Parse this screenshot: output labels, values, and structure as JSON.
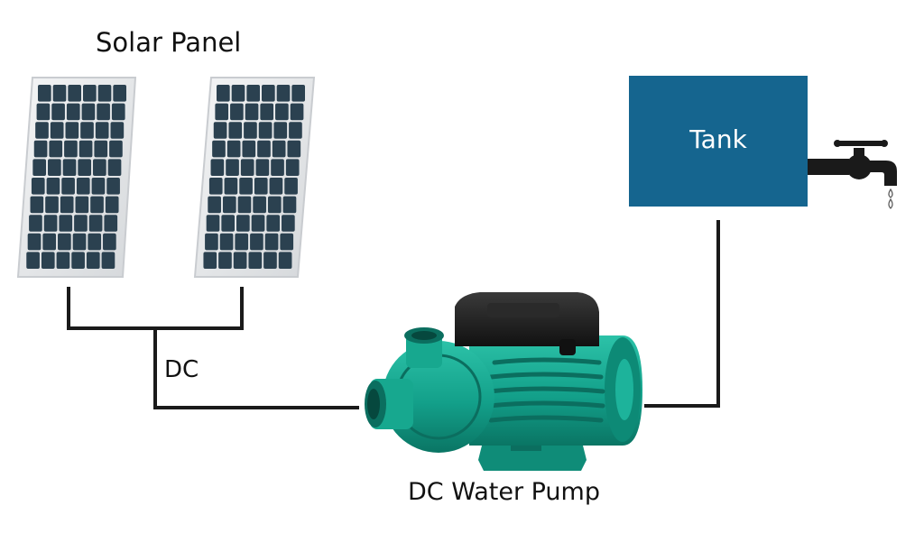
{
  "labels": {
    "solar_panel": "Solar Panel",
    "dc": "DC",
    "pump": "DC Water Pump",
    "tank": "Tank"
  },
  "colors": {
    "wire": "#1a1a1a",
    "tank_fill": "#15658f",
    "panel_frame": "#e6e8ea",
    "panel_cell": "#2b4150",
    "pump_body": "#14a58f",
    "pump_cover": "#1c1c1c",
    "faucet": "#1a1a1a"
  },
  "components": {
    "solar_panels": [
      "solar-panel-left",
      "solar-panel-right"
    ],
    "pump": "dc-water-pump",
    "tank": "tank",
    "faucet": "faucet-icon"
  }
}
